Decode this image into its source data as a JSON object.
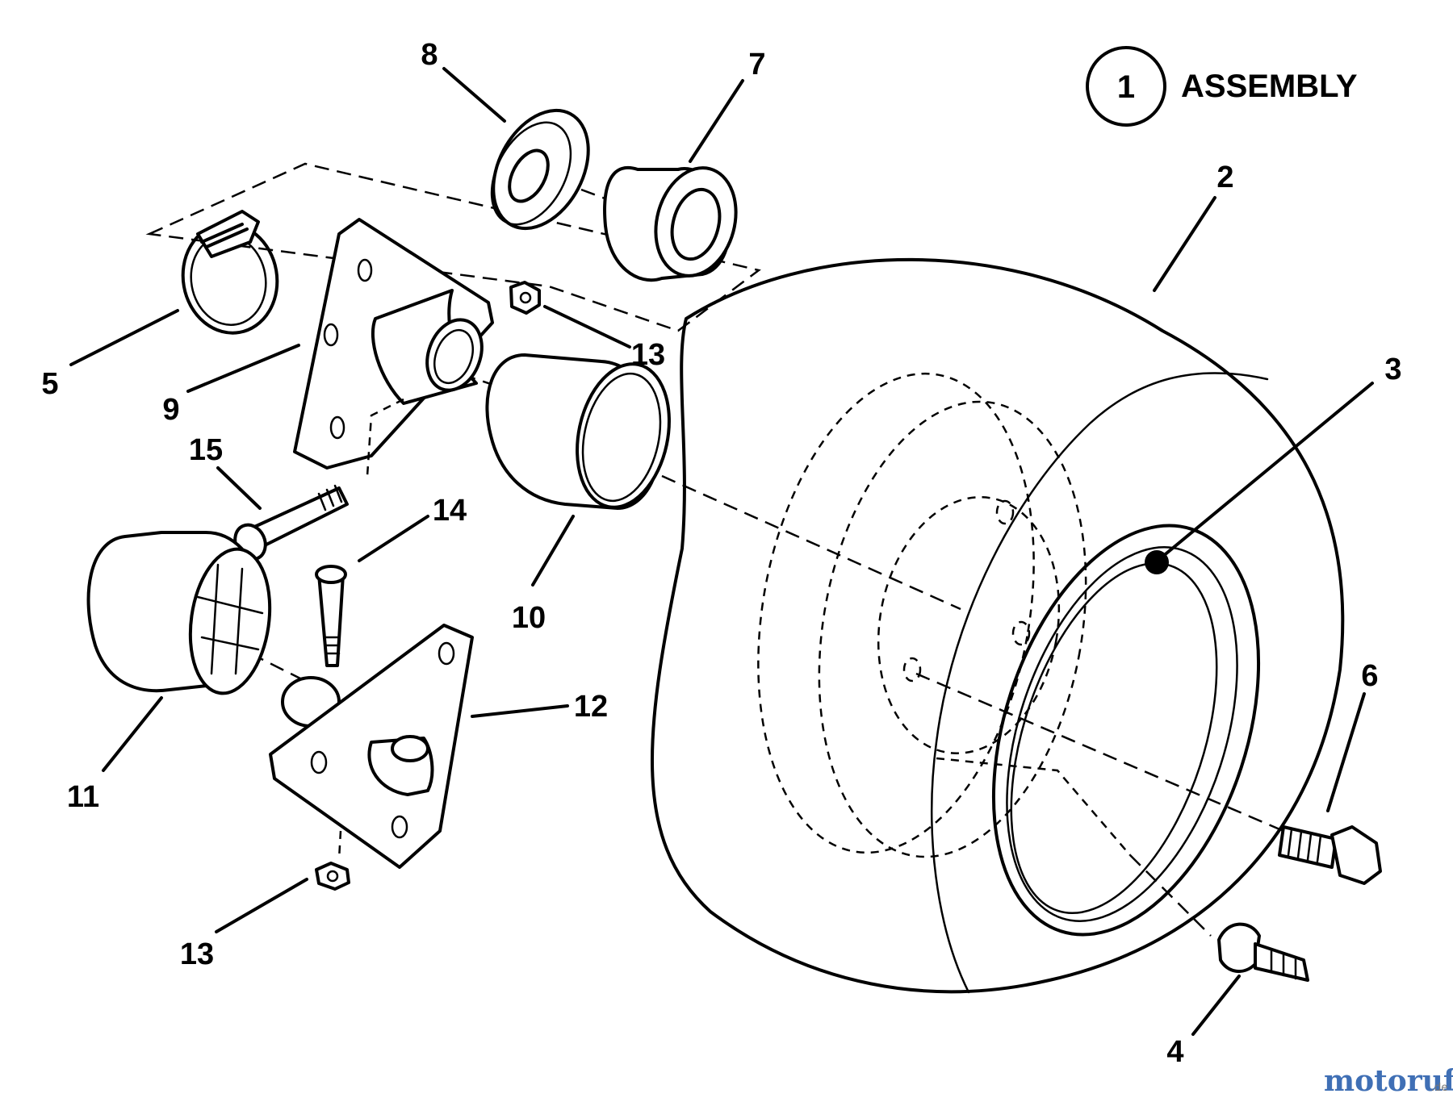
{
  "assembly": {
    "number": "1",
    "label": "ASSEMBLY"
  },
  "callouts": {
    "c2": "2",
    "c3": "3",
    "c4": "4",
    "c5": "5",
    "c6": "6",
    "c7": "7",
    "c8": "8",
    "c9": "9",
    "c10": "10",
    "c11": "11",
    "c12": "12",
    "c13a": "13",
    "c13b": "13",
    "c14": "14",
    "c15": "15"
  },
  "watermark": {
    "text": "motoruf",
    "suffix": ".de",
    "colors": [
      "#3f6fb5",
      "#5a8a2a"
    ]
  }
}
